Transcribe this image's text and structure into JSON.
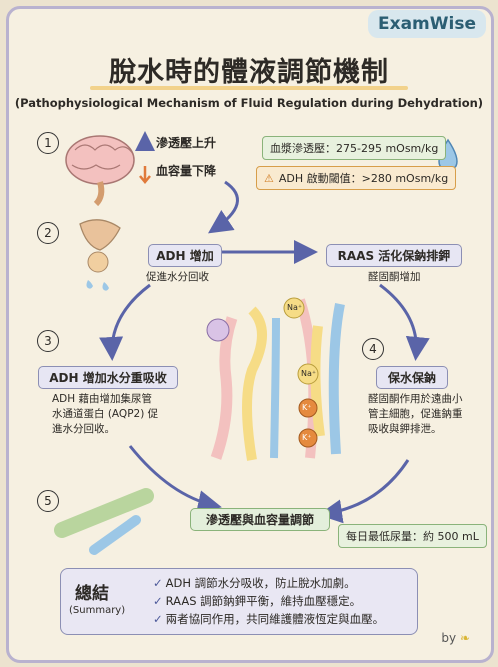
{
  "brand": "ExamWise",
  "title": "脫水時的體液調節機制",
  "subtitle": "(Pathophysiological Mechanism of Fluid Regulation during Dehydration)",
  "steps": [
    "1",
    "2",
    "3",
    "4",
    "5"
  ],
  "step1": {
    "up_label": "滲透壓上升",
    "down_label": "血容量下降"
  },
  "info": {
    "plasma": "血漿滲透壓：275-295 mOsm/kg",
    "threshold": "ADH 啟動閾值：>280 mOsm/kg"
  },
  "step2": {
    "adh_title": "ADH 增加",
    "adh_desc": "促進水分回收",
    "raas_title": "RAAS 活化保鈉排鉀",
    "raas_desc": "醛固酮增加"
  },
  "step3": {
    "title": "ADH 增加水分重吸收",
    "desc": [
      "ADH 藉由增加集尿管",
      "水通道蛋白 (AQP2) 促",
      "進水分回收。"
    ]
  },
  "step4": {
    "title": "保水保鈉",
    "desc": [
      "醛固酮作用於遠曲小",
      "管主細胞，促進鈉重",
      "吸收與鉀排泄。"
    ]
  },
  "step5": {
    "title": "滲透壓與血容量調節",
    "urine": "每日最低尿量：約 500 mL"
  },
  "ions": {
    "na": "Na⁺",
    "k": "K⁺"
  },
  "summary": {
    "title": "總結",
    "sub": "(Summary)",
    "items": [
      "ADH 調節水分吸收，防止脫水加劇。",
      "RAAS 調節鈉鉀平衡，維持血壓穩定。",
      "兩者協同作用，共同維護體液恆定與血壓。"
    ]
  },
  "by": "by",
  "colors": {
    "accent": "#5a64a8",
    "frame": "#b9b2cf",
    "pill": "#e7e6f3",
    "green": "#8ab37a",
    "orange": "#d79e4a"
  }
}
